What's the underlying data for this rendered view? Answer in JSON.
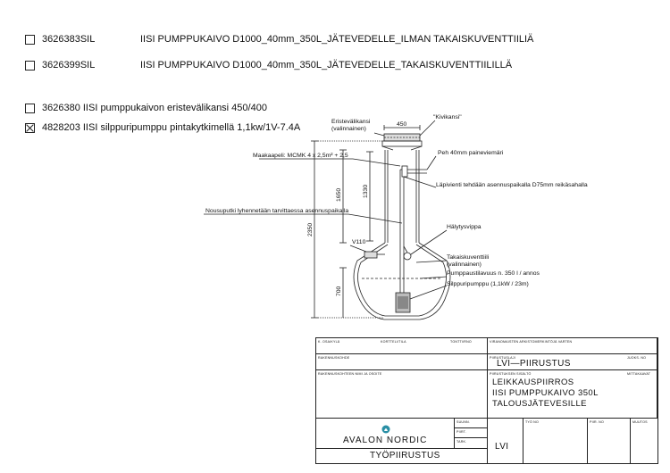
{
  "options": [
    {
      "code": "3626383SIL",
      "desc": "IISI PUMPPUKAIVO D1000_40mm_350L_JÄTEVEDELLE_ILMAN TAKAISKUVENTTIILIÄ",
      "checked": false
    },
    {
      "code": "3626399SIL",
      "desc": "IISI PUMPPUKAIVO D1000_40mm_350L_JÄTEVEDELLE_TAKAISKUVENTTIILILLÄ",
      "checked": false
    },
    {
      "text": "3626380 IISI pumppukaivon eristevälikansi 450/400",
      "checked": false
    },
    {
      "text": "4828203 IISI silppuripumppu pintakytkimellä 1,1kw/1V-7.4A",
      "checked": true
    }
  ],
  "drawing": {
    "labels": {
      "eristevalikansi": "Eristevälikansi",
      "valinnainen1": "(valinnainen)",
      "dim450": "450",
      "kivikansi": "\"Kivikansi\"",
      "paineviemari": "Peh 40mm paineviemäri",
      "maakaapeli": "Maakaapeli: MCMK 4 x 2,5m² + 2,5",
      "lapivienti": "Läpivienti tehdään asennuspaikalla D75mm reikäsahalla",
      "nousuputki": "Nousuputki lyhennetään tarvittaessa asennuspaikalla",
      "halytysvippa": "Hälytysvippa",
      "v110": "V110",
      "takaiskuventtiili": "Takaiskuventtiili",
      "valinnainen2": "(valinnainen)",
      "pumppaustilavuus": "Pumppaustilavuus n. 350 l / annos",
      "silppuripumppu": "Silppuripumppu (1,1kW / 23m)",
      "dim2350": "2350",
      "dim1650": "1650",
      "dim1330": "1330",
      "dim700": "700"
    }
  },
  "title_block": {
    "k_osa_label": "K. OSA/KYLÄ",
    "kortteli_label": "KORTTELI/TILA",
    "tontti_label": "TONTTI/RNO",
    "viranomaisten_label": "VIRANOMAISTEN ARKISTOMERKINTÖJÄ VARTEN",
    "rakennuskohde_label": "RAKENNUSKOHDE",
    "rakennuskohteen_label": "RAKENNUSKOHTEEN NIMI JA OSOITE",
    "piirustuslaji_label": "PIIRUSTUSLAJI",
    "piirustuslaji": "LVI—PIIRUSTUS",
    "juoks_label": "JUOKS. NO",
    "sisalto_label": "PIIRUSTUKSEN SISÄLTÖ",
    "mittakaava_label": "MITTAKAAVAT",
    "sisalto_lines": [
      "LEIKKAUSPIIRROS",
      "IISI PUMPPUKAIVO 350L",
      "TALOUSJÄTEVESILLE"
    ],
    "suunn_label": "SUUNN.",
    "piirt_label": "PIIRT.",
    "tark_label": "TARK.",
    "company": "AVALON NORDIC",
    "stage": "TYÖPIIRUSTUS",
    "discipline": "LVI",
    "tyo_label": "TYÖ NO",
    "piir_label": "PIIR. NO",
    "muutos_label": "MUUTOS",
    "logo_color": "#2a8fa5"
  }
}
